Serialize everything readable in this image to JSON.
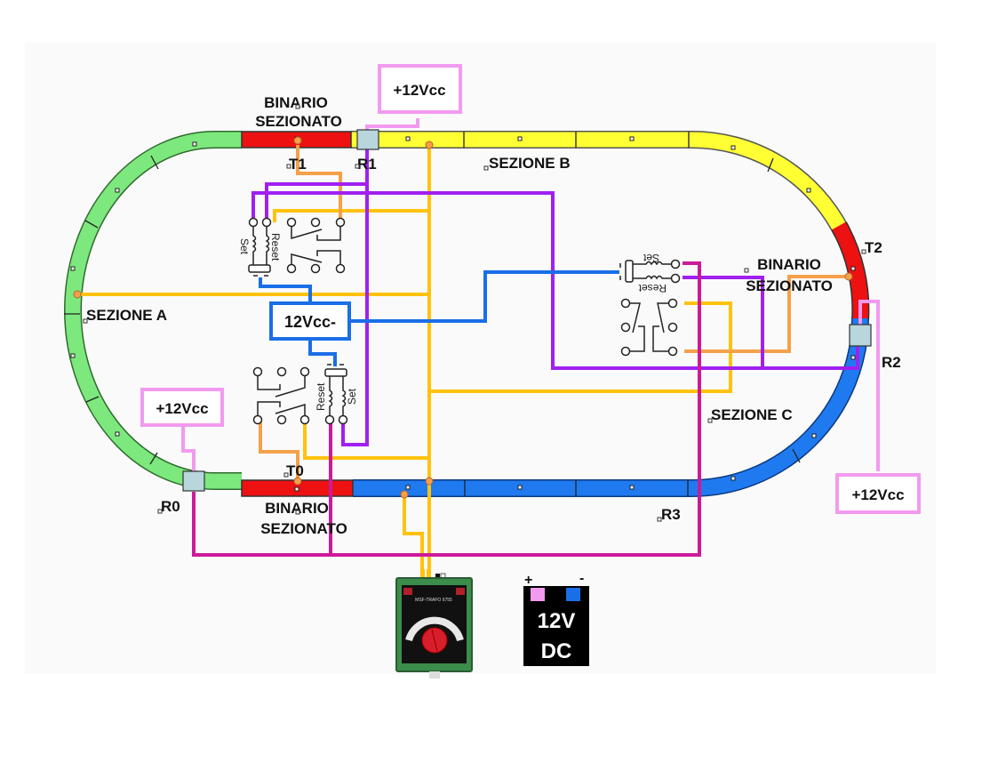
{
  "diagram": {
    "title": "Railway layout wiring diagram with bistable relays",
    "colors": {
      "background_panel": "#fafafa",
      "sezione_a": "#7de87d",
      "sezione_b": "#ffff33",
      "sezione_c": "#1f7af0",
      "binario_sezionato": "#ee1111",
      "wire_yellow": "#ffc20e",
      "wire_orange": "#f5a04a",
      "wire_purple": "#a020f0",
      "wire_magenta": "#cc1a9a",
      "wire_blue": "#1a6ee8",
      "wire_pink": "#f29af0",
      "reed_sensor": "#b8d6dc"
    },
    "sections": {
      "a": "SEZIONE A",
      "b": "SEZIONE B",
      "c": "SEZIONE C"
    },
    "isolated_tracks": {
      "top": [
        "BINARIO",
        "SEZIONATO"
      ],
      "right": [
        "BINARIO",
        "SEZIONATO"
      ],
      "bottom": [
        "BINARIO",
        "SEZIONATO"
      ]
    },
    "track_points": {
      "t0": "T0",
      "t1": "T1",
      "t2": "T2"
    },
    "reed_sensors": {
      "r0": "R0",
      "r1": "R1",
      "r2": "R2",
      "r3": "R3"
    },
    "power_labels": {
      "top": "+12Vcc",
      "left": "+12Vcc",
      "right": "+12Vcc",
      "negative": "12Vcc-"
    },
    "relays": {
      "set_label": "Set",
      "reset_label": "Reset"
    },
    "transformer": {
      "label": "MSF-TRAFO 6755"
    },
    "battery": {
      "plus": "+",
      "minus": "-",
      "line1": "12V",
      "line2": "DC"
    }
  }
}
